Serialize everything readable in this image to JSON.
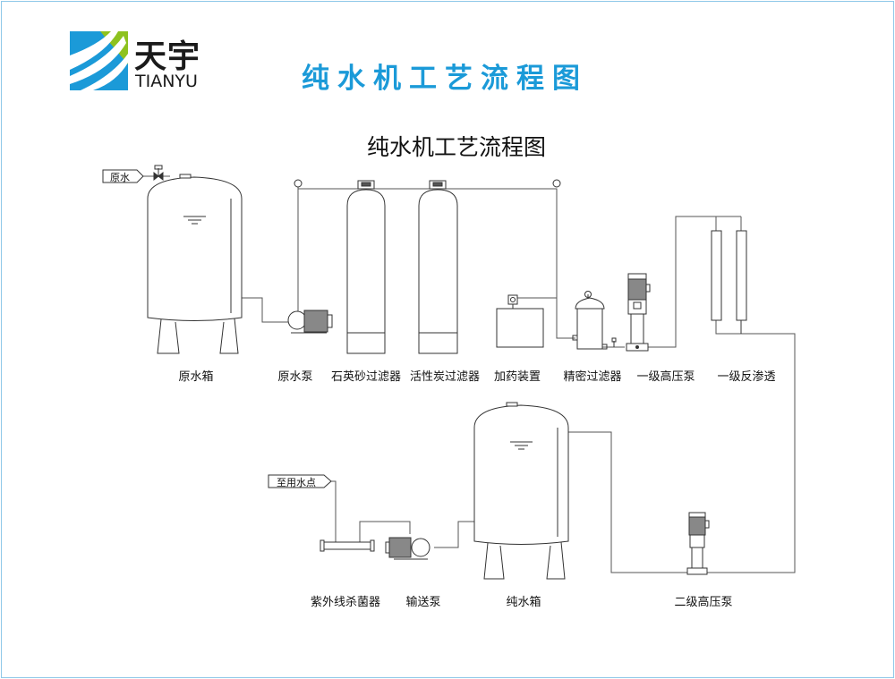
{
  "logo": {
    "cn": "天宇",
    "en": "TIANYU",
    "colors": {
      "blue": "#1b9ad8",
      "green": "#8dc21f"
    }
  },
  "title_banner": "纯水机工艺流程图",
  "diagram_title": "纯水机工艺流程图",
  "tags": {
    "raw_water": "原水",
    "to_use_point": "至用水点"
  },
  "components": {
    "raw_tank": "原水箱",
    "raw_pump": "原水泵",
    "quartz_filter": "石英砂过滤器",
    "carbon_filter": "活性炭过滤器",
    "dosing": "加药装置",
    "precision_filter": "精密过滤器",
    "hp_pump_1": "一级高压泵",
    "ro_1": "一级反渗透",
    "hp_pump_2": "二级高压泵",
    "pure_tank": "纯水箱",
    "transfer_pump": "输送泵",
    "uv": "紫外线杀菌器"
  }
}
